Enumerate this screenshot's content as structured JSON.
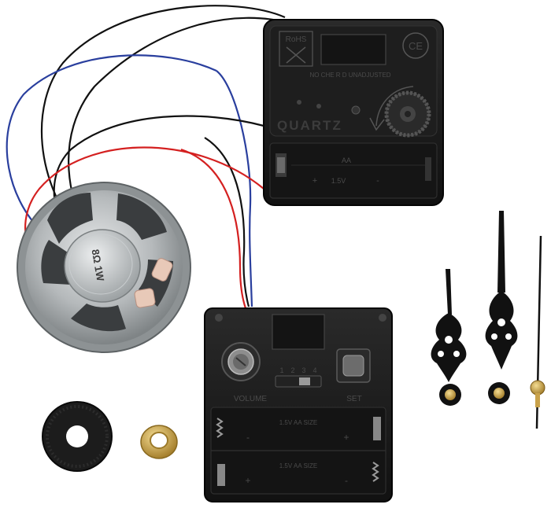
{
  "movement_top": {
    "rohs_mark": "RoHS",
    "ce_mark": "CE",
    "quartz_label": "QUARTZ",
    "fine_print": "NO CHE R D  UNADJUSTED",
    "aa_label": "AA",
    "voltage_label": "1.5V",
    "plus_label": "+",
    "minus_label": "-"
  },
  "movement_bottom": {
    "volume_label": "VOLUME",
    "set_label": "SET",
    "switch_positions": [
      "1",
      "2",
      "3",
      "4"
    ],
    "battery_top_label": "1.5V  AA  SIZE",
    "battery_bottom_label": "1.5V  AA  SIZE",
    "plus_label": "+",
    "minus_label": "-"
  },
  "speaker": {
    "label": "8Ω 1W"
  },
  "colors": {
    "black_plastic": "#1a1a1a",
    "speaker_metal": "#b8bcbe",
    "wire_red": "#d42020",
    "wire_blue": "#2a3f9e",
    "wire_black": "#111111",
    "brass": "#c9a24a"
  }
}
